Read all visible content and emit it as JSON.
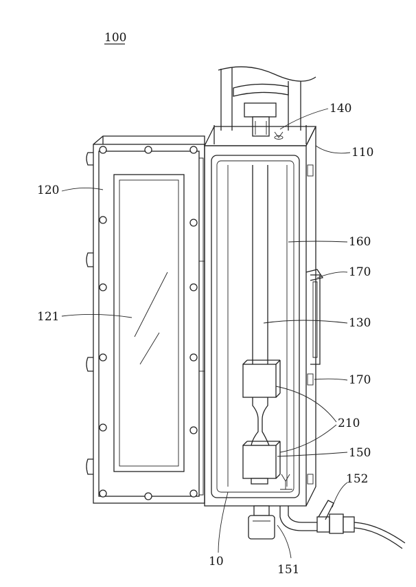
{
  "figure": {
    "main_ref": "100",
    "labels": {
      "l140": "140",
      "l110": "110",
      "l120": "120",
      "l160": "160",
      "l170a": "170",
      "l121": "121",
      "l130": "130",
      "l170b": "170",
      "l210": "210",
      "l150": "150",
      "l152": "152",
      "l10": "10",
      "l151": "151"
    }
  }
}
